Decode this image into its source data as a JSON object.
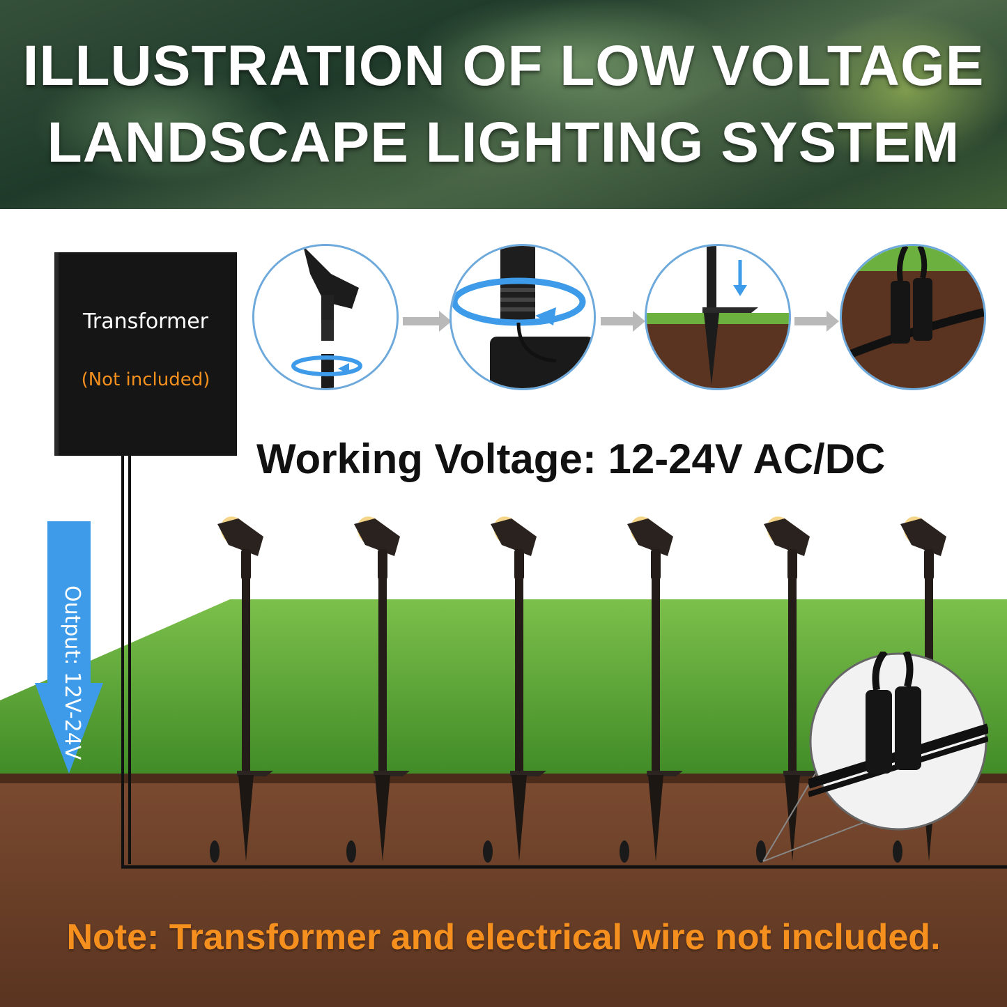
{
  "header": {
    "title_line1": "ILLUSTRATION OF LOW VOLTAGE",
    "title_line2": "LANDSCAPE LIGHTING SYSTEM"
  },
  "transformer": {
    "label": "Transformer",
    "note": "(Not included)"
  },
  "steps": [
    {
      "icon": "light-head-screw-icon"
    },
    {
      "icon": "stake-thread-rotate-icon"
    },
    {
      "icon": "stake-insert-ground-icon"
    },
    {
      "icon": "wire-connector-icon"
    }
  ],
  "voltage": {
    "text": "Working Voltage: 12-24V AC/DC"
  },
  "output": {
    "label": "Output: 12V-24V"
  },
  "lights_count": 6,
  "footer": {
    "note": "Note: Transformer and electrical wire not included."
  },
  "colors": {
    "accent_blue": "#3d9be9",
    "note_orange": "#f5901e",
    "grass": "#5ea83a",
    "soil": "#6b4029"
  }
}
